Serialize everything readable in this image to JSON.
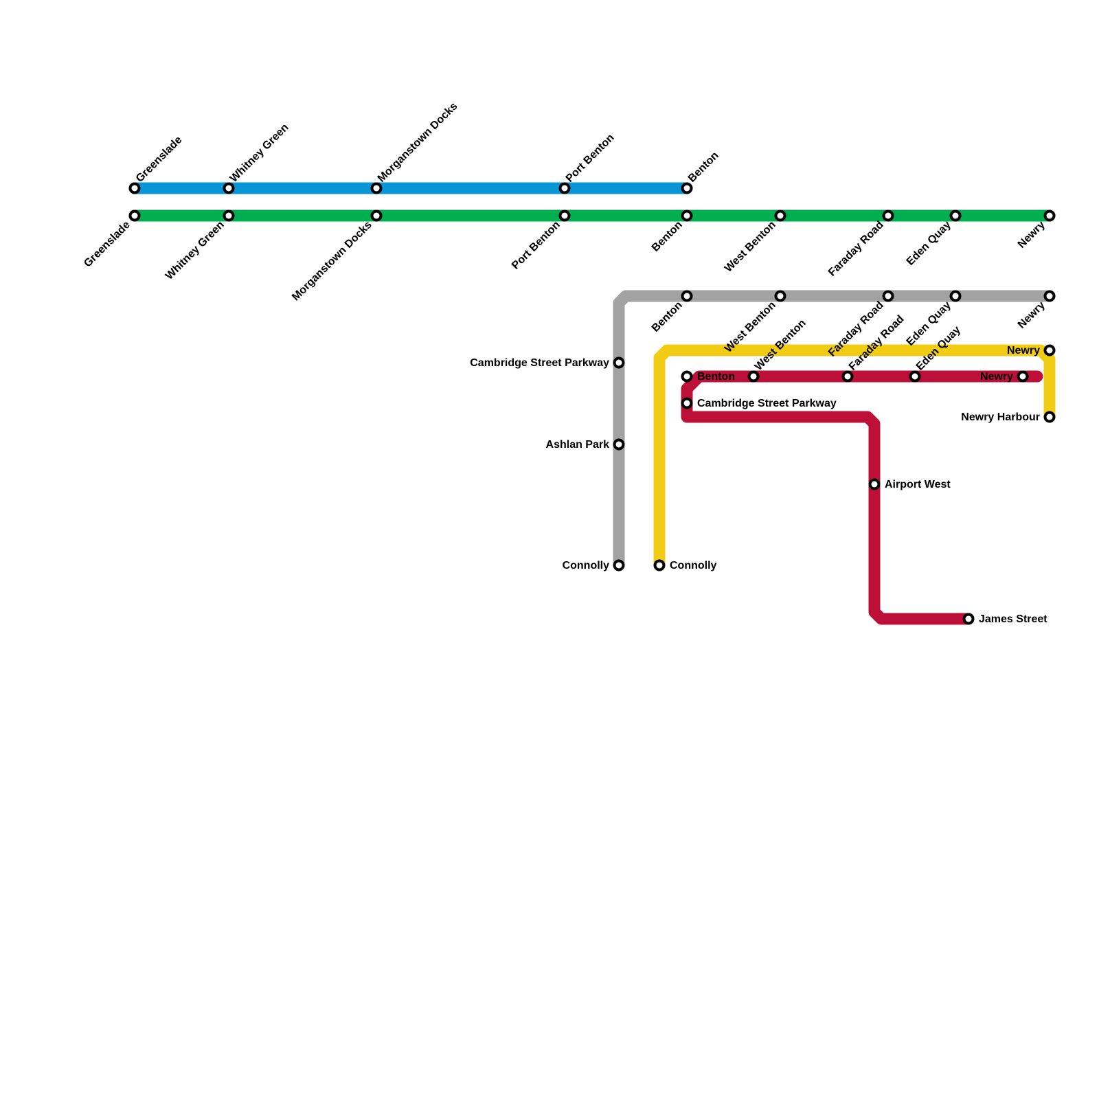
{
  "lines": [
    {
      "id": "blue",
      "color": "#0a96d4",
      "stations": [
        "Greenslade",
        "Whitney Green",
        "Morganstown Docks",
        "Port Benton",
        "Benton"
      ]
    },
    {
      "id": "green",
      "color": "#00b050",
      "stations": [
        "Greenslade",
        "Whitney Green",
        "Morganstown Docks",
        "Port Benton",
        "Benton",
        "West Benton",
        "Faraday Road",
        "Eden Quay",
        "Newry"
      ]
    },
    {
      "id": "grey",
      "color": "#a2a2a2",
      "stations": [
        "Connolly",
        "Ashlan Park",
        "Cambridge Street Parkway",
        "Benton",
        "West Benton",
        "Faraday Road",
        "Eden Quay",
        "Newry"
      ]
    },
    {
      "id": "yellow",
      "color": "#f0cc14",
      "stations": [
        "Connolly",
        "Newry",
        "Newry Harbour"
      ]
    },
    {
      "id": "red",
      "color": "#bd1038",
      "stations": [
        "Newry",
        "Eden Quay",
        "Faraday Road",
        "West Benton",
        "Benton",
        "Cambridge Street Parkway",
        "Airport West",
        "James Street"
      ]
    }
  ]
}
